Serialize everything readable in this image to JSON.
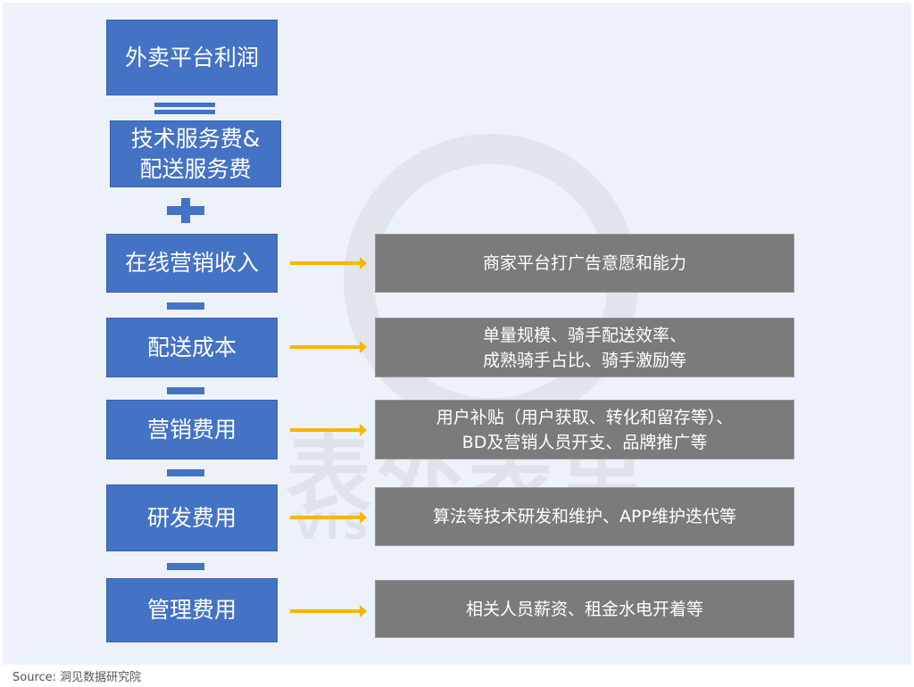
{
  "watermark": {
    "cn": "表外表里",
    "en": "VISION FINANCE"
  },
  "left": {
    "profit": "外卖平台利润",
    "service_fees": "技术服务费&\n配送服务费",
    "online_marketing": "在线营销收入",
    "delivery_cost": "配送成本",
    "marketing_expense": "营销费用",
    "rd_expense": "研发费用",
    "admin_expense": "管理费用"
  },
  "right": {
    "online_marketing": "商家平台打广告意愿和能力",
    "delivery_cost": "单量规模、骑手配送效率、\n成熟骑手占比、骑手激励等",
    "marketing_expense": "用户补贴（用户获取、转化和留存等）、\nBD及营销人员开支、品牌推广等",
    "rd_expense": "算法等技术研发和维护、APP维护迭代等",
    "admin_expense": "相关人员薪资、租金水电开着等"
  },
  "source": "Source:  洞见数据研究院",
  "colors": {
    "blue": "#4472c4",
    "gray": "#7b7b7b",
    "arrow": "#f5b800"
  }
}
